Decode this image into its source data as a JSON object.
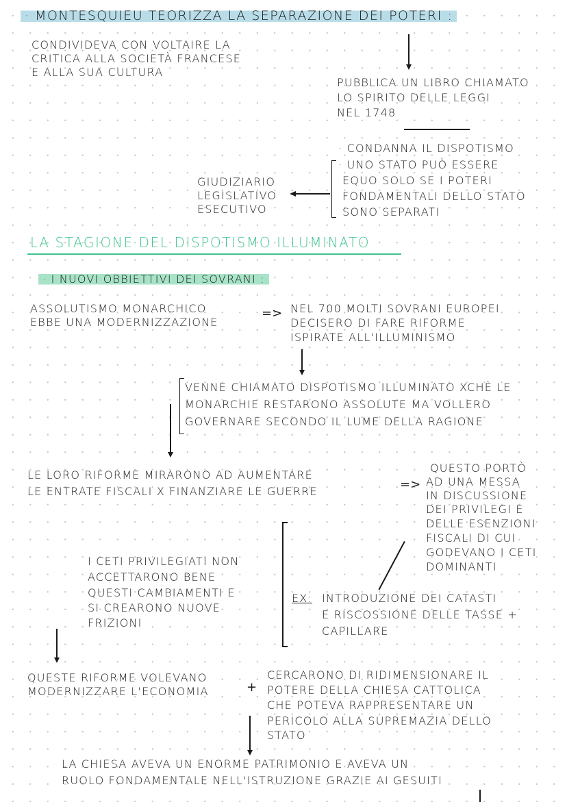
{
  "section1": {
    "heading": "· MONTESQUIEU TEORIZZA LA SEPARAZIONE DEI POTERI :",
    "highlight_color": "#b9dde8",
    "left_note": [
      "CONDIVIDEVA CON VOLTAIRE LA",
      "CRITICA ALLA SOCIETÀ FRANCESE",
      "E ALLA SUA CULTURA"
    ],
    "book_note": [
      "PUBBLICA UN LIBRO CHIAMATO",
      "LO SPIRITO DELLE LEGGI",
      "NEL 1748"
    ],
    "powers": [
      "GIUDIZIARIO",
      "LEGISLATIVO",
      "ESECUTIVO"
    ],
    "book_points": [
      "· CONDANNA IL DISPOTISMO",
      "· UNO STATO PUÒ ESSERE",
      "EQUO SOLO SE I POTERI",
      "FONDAMENTALI DELLO STATO",
      "SONO SEPARATI"
    ]
  },
  "section2": {
    "title": "LA STAGIONE DEL DISPOTISMO ILLUMINATO",
    "title_color": "#3fc48f",
    "subheading": "· I NUOVI OBBIETTIVI DEI SOVRANI :",
    "subheading_highlight": "#a8e3c8",
    "absolutism": [
      "ASSOLUTISMO MONARCHICO",
      "EBBE UNA MODERNIZZAZIONE"
    ],
    "implies": "=>",
    "sovereigns": [
      "NEL 700 MOLTI SOVRANI EUROPEI",
      "DECISERO DI FARE RIFORME",
      "ISPIRATE ALL'ILLUMINISMO"
    ],
    "name_explanation": [
      "VENNE CHIAMATO DISPOTISMO ILLUMINATO XCHÈ LE",
      "MONARCHIE RESTARONO ASSOLUTE MA VOLLERO",
      "GOVERNARE SECONDO IL LUME DELLA RAGIONE"
    ],
    "reforms_aim": [
      "LE LORO RIFORME MIRARONO AD AUMENTARE",
      "LE ENTRATE FISCALI X FINANZIARE LE GUERRE"
    ],
    "consequence": [
      "QUESTO PORTÒ",
      "AD UNA MESSA",
      "IN DISCUSSIONE",
      "DEI PRIVILEGI e",
      "DELLE ESENZIONI",
      "FISCALI DI CUI",
      "GODEVANO I CETI",
      "DOMINANTI"
    ],
    "privileged_reaction": [
      "I CETI PRIVILEGIATI NON",
      "ACCETTARONO BENE",
      "QUESTI CAMBIAMENTI e",
      "SI CREARONO NUOVE",
      "FRIZIONI"
    ],
    "example_label": "ex:",
    "example": [
      "INTRODUZIONE DEI CATASTI",
      "e RISCOSSIONE DELLE TASSE +",
      "CAPILLARE"
    ],
    "economy": [
      "QUESTE RIFORME VOLEVANO",
      "MODERNIZZARE L'ECONOMIA"
    ],
    "plus": "+",
    "church_power": [
      "CERCARONO DI RIDIMENSIONARE IL",
      "POTERE DELLA CHIESA CATTOLICA",
      "CHE POTEVA RAPPRESENTARE UN",
      "PERICOLO ALLA SUPREMAZIA DELLO",
      "STATO"
    ],
    "church_wealth": [
      "LA CHIESA AVEVA UN ENORME PATRIMONIO E AVEVA UN",
      "RUOLO FONDAMENTALE NELL'ISTRUZIONE GRAZIE AI GESUITI"
    ]
  }
}
